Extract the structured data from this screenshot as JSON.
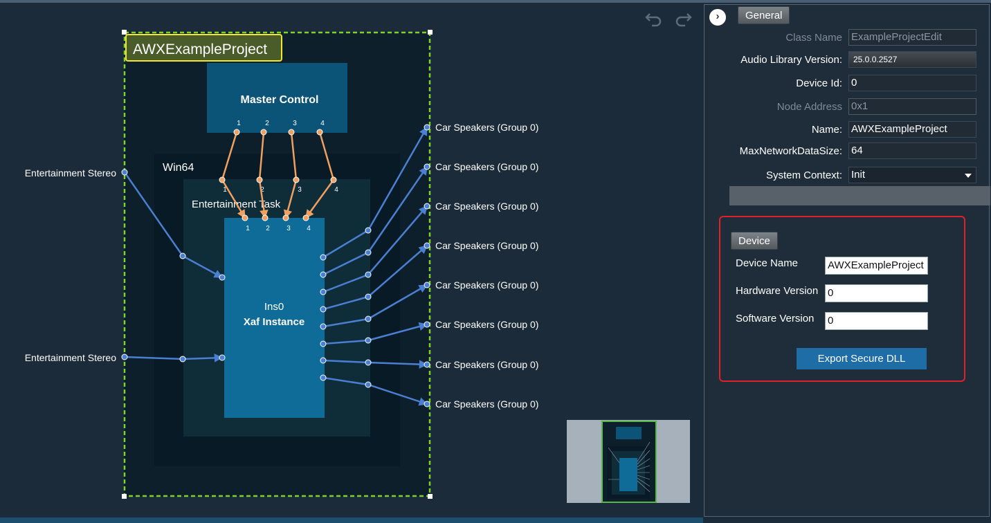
{
  "diagram": {
    "project_title": "AWXExampleProject",
    "master_control": {
      "title": "Master Control",
      "pins": [
        "1",
        "2",
        "3",
        "4"
      ]
    },
    "platform_label": "Win64",
    "task_label": "Entertainment Task",
    "task_pins": [
      "1",
      "2",
      "3",
      "4"
    ],
    "instance": {
      "id": "Ins0",
      "name": "Xaf Instance",
      "pins": [
        "1",
        "2",
        "3",
        "4"
      ]
    },
    "inputs": [
      "Entertainment Stereo",
      "Entertainment Stereo"
    ],
    "outputs": [
      "Car Speakers (Group 0)",
      "Car Speakers (Group 0)",
      "Car Speakers (Group 0)",
      "Car Speakers (Group 0)",
      "Car Speakers (Group 0)",
      "Car Speakers (Group 0)",
      "Car Speakers (Group 0)",
      "Car Speakers (Group 0)"
    ]
  },
  "toolbar": {
    "undo_icon": "undo-icon",
    "redo_icon": "redo-icon"
  },
  "panel": {
    "general_tab": "General",
    "class_name": {
      "label": "Class Name",
      "value": "ExampleProjectEdit"
    },
    "audio_library_version": {
      "label": "Audio Library Version:",
      "value": "25.0.0.2527"
    },
    "device_id": {
      "label": "Device Id:",
      "value": "0"
    },
    "node_address": {
      "label": "Node Address",
      "value": "0x1"
    },
    "name": {
      "label": "Name:",
      "value": "AWXExampleProject"
    },
    "max_network_data_size": {
      "label": "MaxNetworkDataSize:",
      "value": "64"
    },
    "system_context": {
      "label": "System Context:",
      "value": "Init"
    },
    "device": {
      "tab": "Device",
      "device_name": {
        "label": "Device Name",
        "value": "AWXExampleProject"
      },
      "hardware_version": {
        "label": "Hardware Version",
        "value": "0"
      },
      "software_version": {
        "label": "Software Version",
        "value": "0"
      },
      "export_button": "Export Secure DLL"
    }
  },
  "colors": {
    "canvas_bg": "#1c2b39",
    "selection_dash": "#7cd42a",
    "orange_wire": "#f0a060",
    "blue_wire": "#4a7fd2",
    "instance_fill": "#0f6b97",
    "device_box_border": "#e0212b"
  }
}
